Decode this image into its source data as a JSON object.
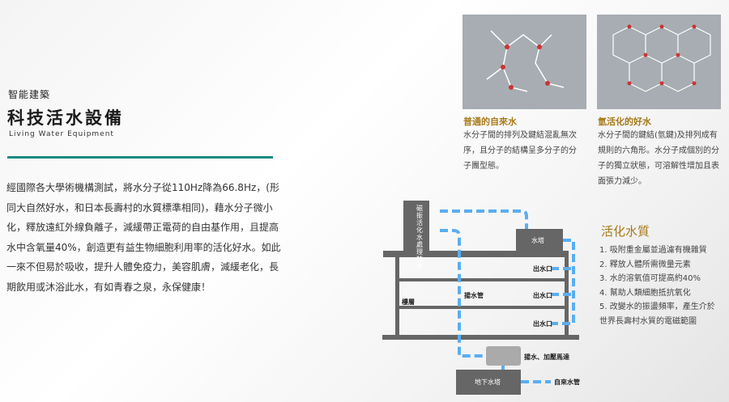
{
  "header": {
    "category": "智能建築",
    "title": "科技活水設備",
    "subtitle": "Living Water Equipment"
  },
  "body_text": "經國際各大學術機構測試，將水分子從110Hz降為66.8Hz，(形同大自然好水，和日本長壽村的水質標準相同)，藉水分子微小化，釋放遠紅外線負離子，減緩帶正電荷的自由基作用，且提高水中含氧量40%，創造更有益生物細胞利用率的活化好水。如此一來不但易於吸收，提升人體免疫力，美容肌膚，減緩老化，長期飲用或沐浴此水，有如青春之泉，永保健康！",
  "comparison": [
    {
      "title": "普通的自來水",
      "desc": "水分子間的排列及鍵結混亂無次序，且分子的結構呈多分子的分子團型態。"
    },
    {
      "title": "氫活化的好水",
      "desc": "水分子間的鍵結(氫鍵)及排列成有規則的六角形。水分子成個別的分子的獨立狀態，可溶解性增加且表面張力減少。"
    }
  ],
  "diagram": {
    "device": "磁振活化水處理裝置",
    "tower": "水塔",
    "outlets": [
      "出水口",
      "出水口",
      "出水口"
    ],
    "pipe": "揚水管",
    "floor": "樓層",
    "pump": "揚水、加壓馬達",
    "underground": "地下水塔",
    "city_pipe": "自來水管"
  },
  "quality": {
    "title": "活化水質",
    "items": [
      "1. 吸附重金屬並過濾有機雜質",
      "2. 釋放人體所需微量元素",
      "3. 水的溶氧值可提高約40%",
      "4. 幫助人類細胞抵抗氧化",
      "5. 改變水的振盪頻率，產生介於世界長壽村水質的電磁範圍"
    ]
  },
  "colors": {
    "accent": "#1b8a80",
    "gold": "#a77a1a",
    "pipe": "#5aaef0"
  }
}
